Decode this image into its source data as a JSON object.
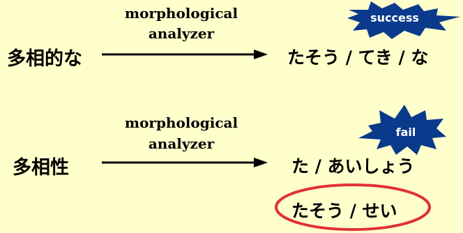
{
  "examples": [
    {
      "input_word": "多相的な",
      "arrow_label_line1": "morphological",
      "arrow_label_line2": "analyzer",
      "segmentation": "たそう / てき / な",
      "badge": {
        "text": "success",
        "color": "#0a3a8c"
      }
    },
    {
      "input_word": "多相性",
      "arrow_label_line1": "morphological",
      "arrow_label_line2": "analyzer",
      "segmentation": "た / あいしょう",
      "badge": {
        "text": "fail",
        "color": "#0a3a8c"
      },
      "correct_segmentation": "たそう / せい",
      "highlight_color": "#e0303a"
    }
  ]
}
